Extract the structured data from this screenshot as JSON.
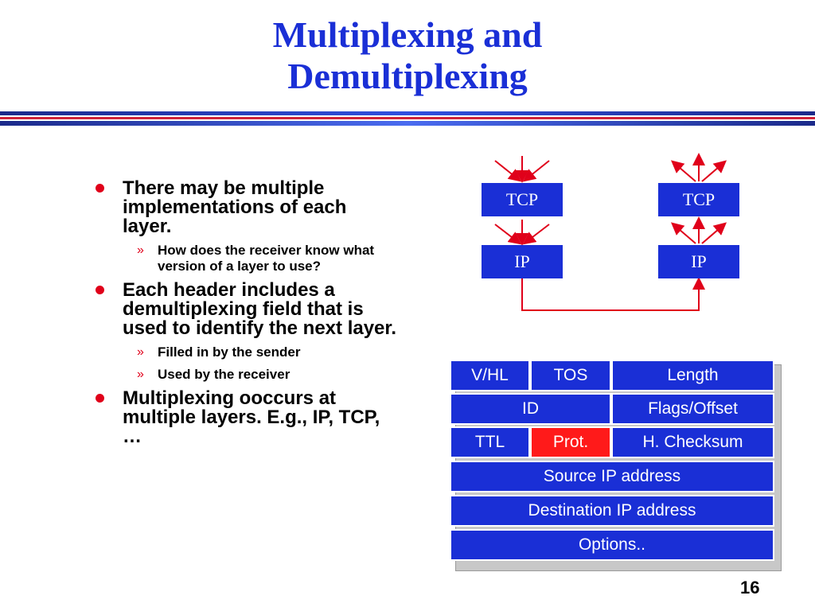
{
  "title": {
    "line1": "Multiplexing and",
    "line2": "Demultiplexing"
  },
  "bullets": [
    {
      "text": "There may be multiple implementations of each layer.",
      "sub": [
        "How does the receiver know what version of a layer to use?"
      ]
    },
    {
      "text": "Each header includes a demultiplexing field that is used to identify the next layer.",
      "sub": [
        "Filled in by the sender",
        "Used by the receiver"
      ]
    },
    {
      "text": "Multiplexing ooccurs at multiple layers.  E.g., IP, TCP, …",
      "sub": []
    }
  ],
  "sub_marker": "»",
  "stacks": {
    "left": {
      "top": "TCP",
      "bottom": "IP"
    },
    "right": {
      "top": "TCP",
      "bottom": "IP"
    }
  },
  "header_fields": {
    "row1": [
      "V/HL",
      "TOS",
      "Length"
    ],
    "row2": [
      "ID",
      "Flags/Offset"
    ],
    "row3": [
      "TTL",
      "Prot.",
      "H. Checksum"
    ],
    "row4": "Source IP address",
    "row5": "Destination IP address",
    "row6": "Options.."
  },
  "page_number": "16",
  "colors": {
    "accent_blue": "#1a2fd6",
    "bullet_red": "#e0001a",
    "highlight_red": "#ff1a1a"
  }
}
